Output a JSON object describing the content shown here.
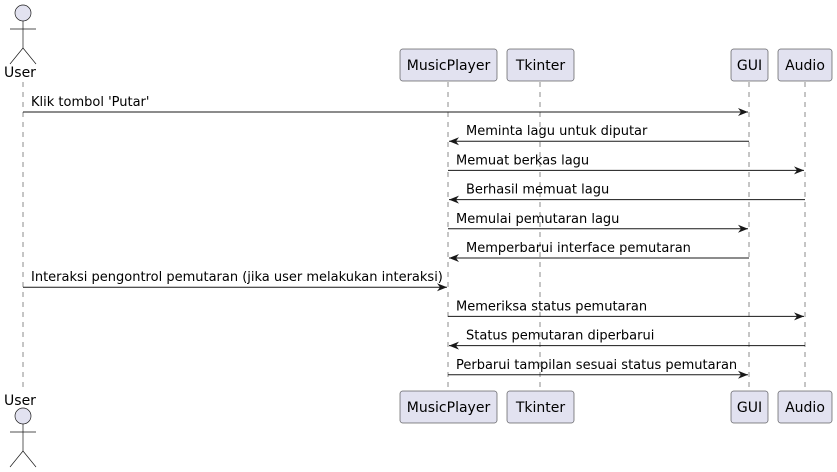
{
  "diagram": {
    "type": "sequence",
    "colors": {
      "participant_fill": "#E2E2F0",
      "participant_stroke": "#181818",
      "lifeline": "#181818",
      "arrow": "#181818",
      "text": "#000000",
      "background": "#FFFFFF"
    },
    "participants": [
      {
        "id": "user",
        "label": "User",
        "kind": "actor"
      },
      {
        "id": "musicplayer",
        "label": "MusicPlayer",
        "kind": "participant"
      },
      {
        "id": "tkinter",
        "label": "Tkinter",
        "kind": "participant"
      },
      {
        "id": "gui",
        "label": "GUI",
        "kind": "participant"
      },
      {
        "id": "audio",
        "label": "Audio",
        "kind": "participant"
      }
    ],
    "messages": [
      {
        "from": "user",
        "to": "gui",
        "label": "Klik tombol 'Putar'"
      },
      {
        "from": "gui",
        "to": "musicplayer",
        "label": "Meminta lagu untuk diputar"
      },
      {
        "from": "musicplayer",
        "to": "audio",
        "label": "Memuat berkas lagu"
      },
      {
        "from": "audio",
        "to": "musicplayer",
        "label": "Berhasil memuat lagu"
      },
      {
        "from": "musicplayer",
        "to": "gui",
        "label": "Memulai pemutaran lagu"
      },
      {
        "from": "gui",
        "to": "musicplayer",
        "label": "Memperbarui interface pemutaran"
      },
      {
        "from": "user",
        "to": "musicplayer",
        "label": "Interaksi pengontrol pemutaran (jika user melakukan interaksi)"
      },
      {
        "from": "musicplayer",
        "to": "audio",
        "label": "Memeriksa status pemutaran"
      },
      {
        "from": "audio",
        "to": "musicplayer",
        "label": "Status pemutaran diperbarui"
      },
      {
        "from": "musicplayer",
        "to": "gui",
        "label": "Perbarui tampilan sesuai status pemutaran"
      }
    ]
  }
}
